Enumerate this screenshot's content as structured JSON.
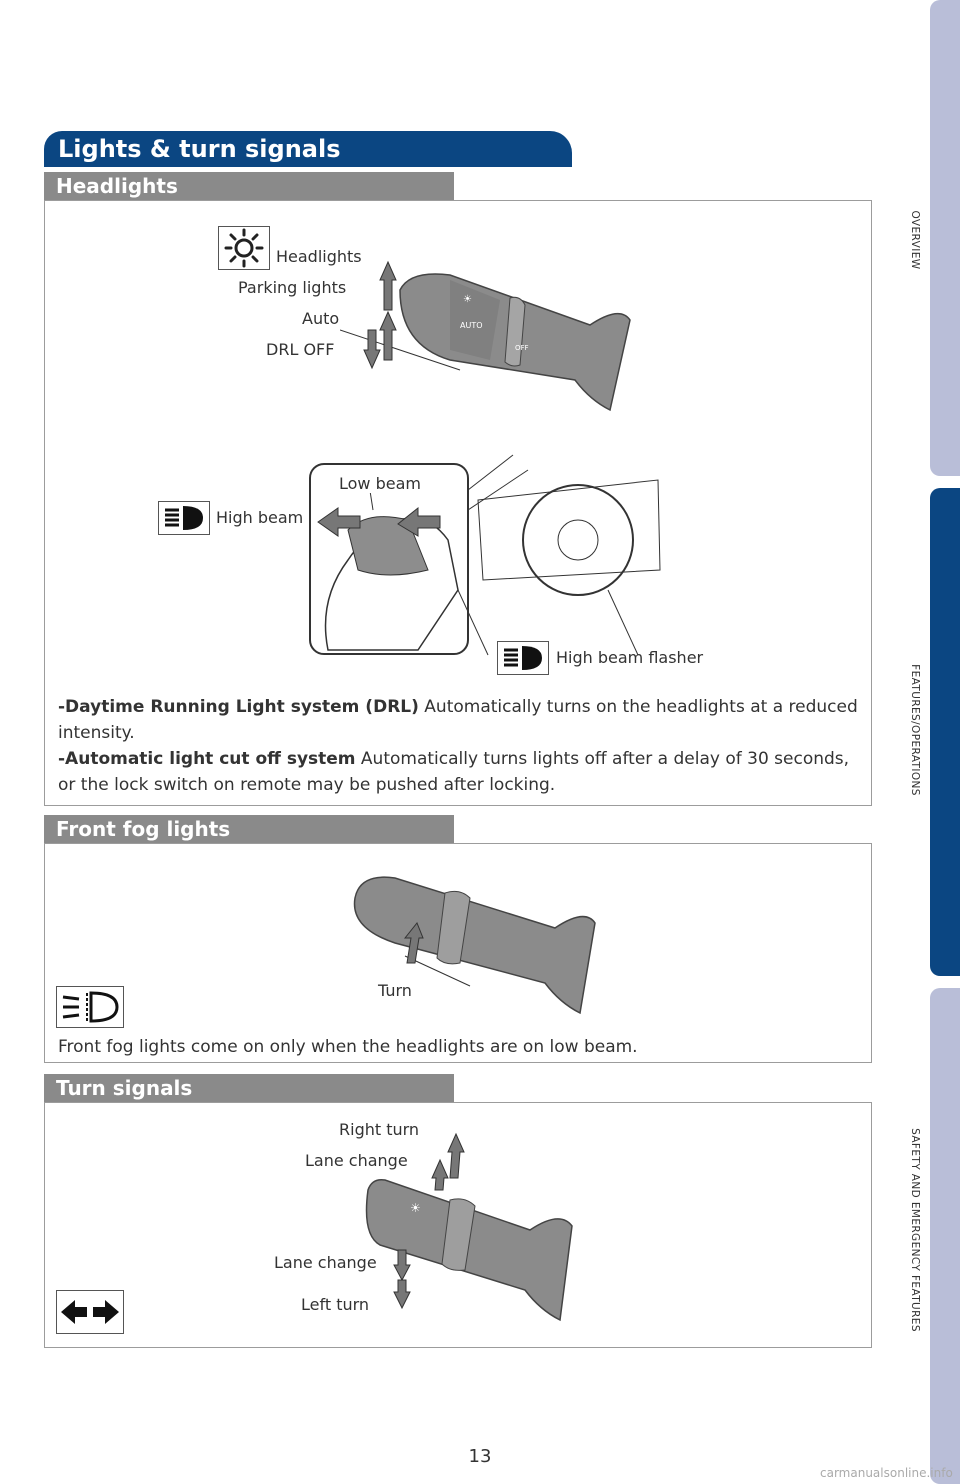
{
  "side_tabs": [
    {
      "label": "OVERVIEW"
    },
    {
      "label": "FEATURES/OPERATIONS"
    },
    {
      "label": "SAFETY AND EMERGENCY FEATURES"
    }
  ],
  "page_title": "Lights & turn signals",
  "headlights": {
    "heading": "Headlights",
    "labels": {
      "headlights": "Headlights",
      "parking_lights": "Parking lights",
      "auto": "Auto",
      "drl_off": "DRL OFF",
      "low_beam": "Low beam",
      "high_beam": "High beam",
      "high_beam_flasher": "High beam flasher"
    },
    "drl_term": "-Daytime Running Light system (DRL)",
    "drl_text": " Automatically turns on the headlights at a reduced intensity.",
    "cutoff_term": "-Automatic light cut off system",
    "cutoff_text": " Automatically turns lights off after a delay of 30 seconds, or the lock switch on remote may be pushed after locking."
  },
  "fog": {
    "heading": "Front fog lights",
    "turn_label": "Turn",
    "note": "Front fog lights come on only when the headlights are on low beam."
  },
  "turn_signals": {
    "heading": "Turn signals",
    "labels": {
      "right_turn": "Right turn",
      "lane_change_up": "Lane change",
      "lane_change_down": "Lane change",
      "left_turn": "Left turn"
    }
  },
  "page_number": "13",
  "watermark": "carmanualsonline.info"
}
